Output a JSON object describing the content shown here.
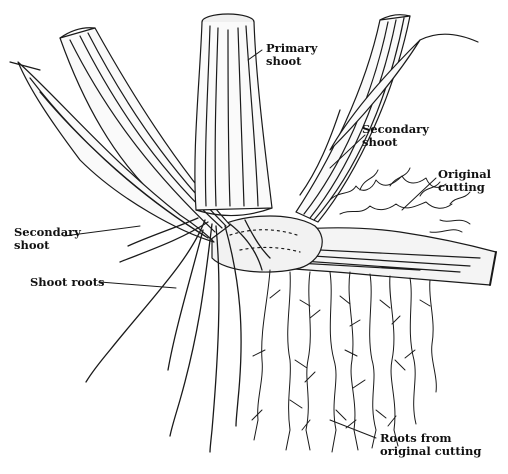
{
  "labels": {
    "primary_shoot": [
      "Primary",
      "shoot"
    ],
    "secondary_shoot_right": [
      "Secondary",
      "shoot"
    ],
    "original_cutting": [
      "Original",
      "cutting"
    ],
    "secondary_shoot_left": [
      "Secondary",
      "shoot"
    ],
    "shoot_roots": "Shoot roots",
    "roots_from_cutting": [
      "Roots from",
      "original cutting"
    ]
  },
  "colors": {
    "ink": "#1a1a1a",
    "paper": "#ffffff",
    "fill": "#f4f4f4"
  }
}
